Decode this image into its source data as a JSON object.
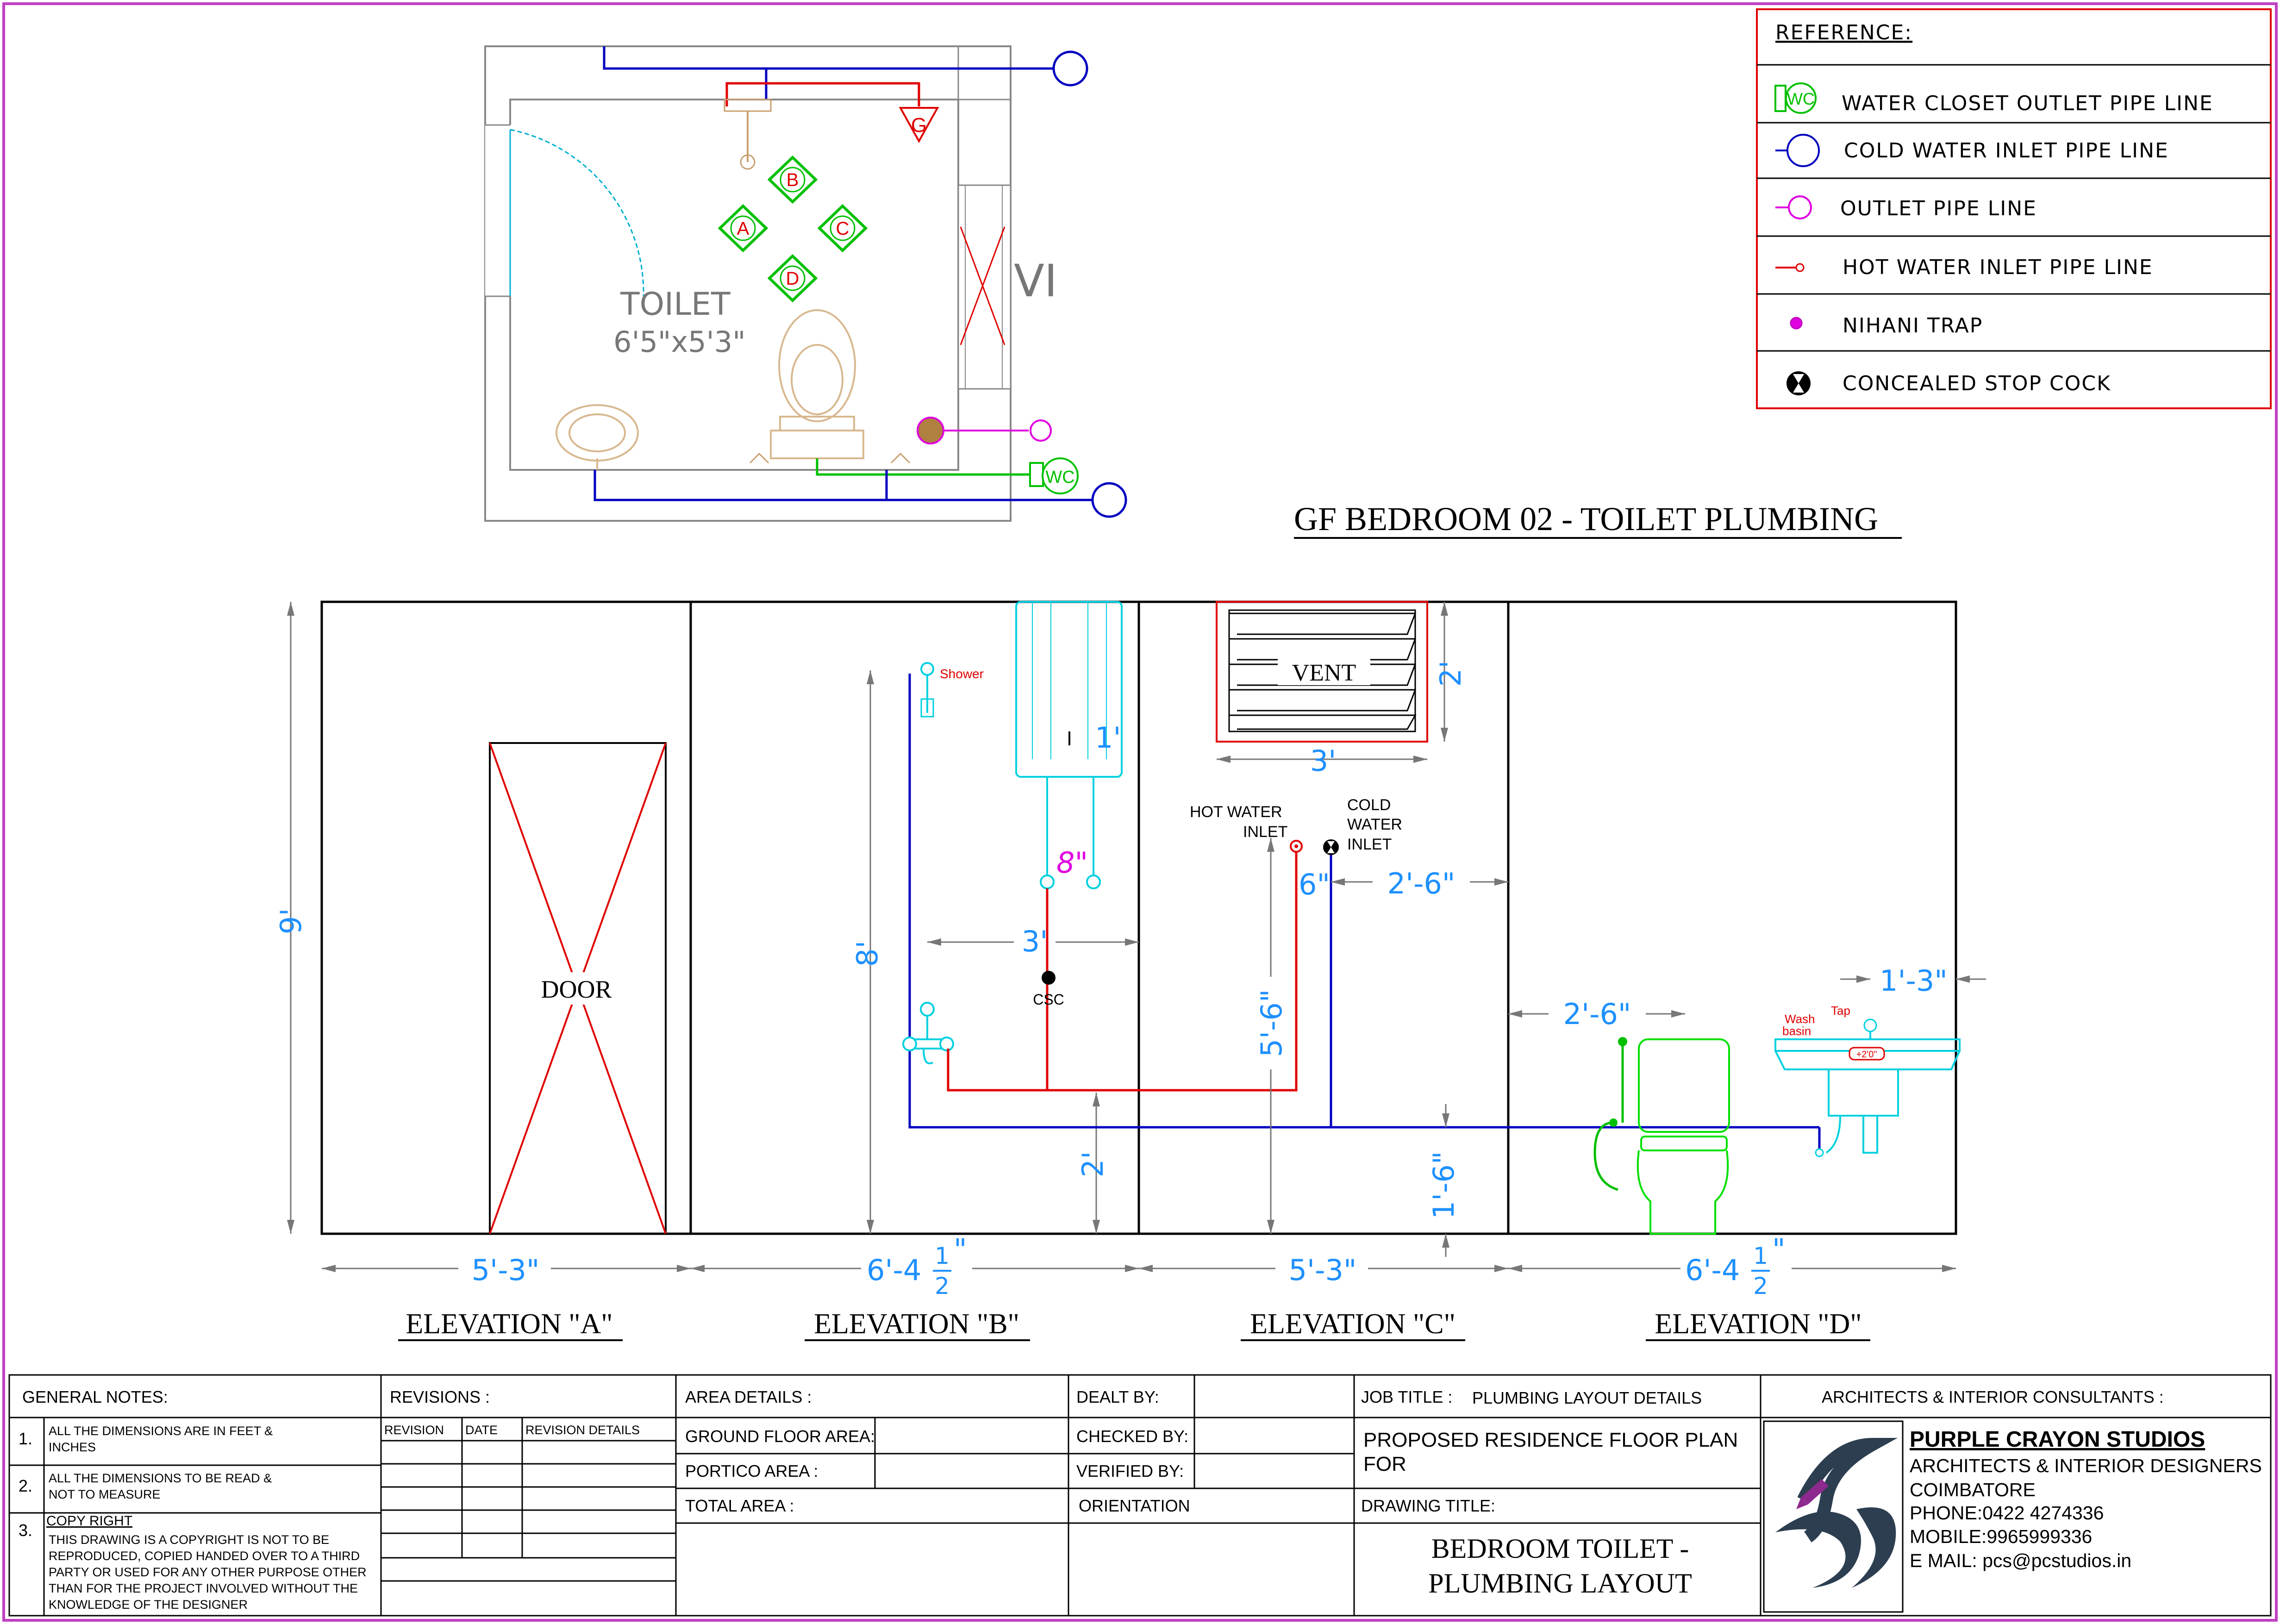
{
  "reference": {
    "title": "REFERENCE:",
    "items": [
      {
        "icon": "wc-outlet-icon",
        "label": "WATER  CLOSET  OUTLET  PIPE  LINE",
        "color": "#00c000"
      },
      {
        "icon": "cold-water-inlet-icon",
        "label": "COLD  WATER  INLET  PIPE  LINE",
        "color": "#0000c0"
      },
      {
        "icon": "outlet-pipe-icon",
        "label": "OUTLET  PIPE  LINE",
        "color": "#e000e0"
      },
      {
        "icon": "hot-water-inlet-icon",
        "label": "HOT  WATER  INLET  PIPE  LINE",
        "color": "#e00000"
      },
      {
        "icon": "nihani-trap-icon",
        "label": "NIHANI  TRAP",
        "color": "#e000e0"
      },
      {
        "icon": "concealed-stop-cock-icon",
        "label": "CONCEALED  STOP  COCK",
        "color": "#000000"
      }
    ]
  },
  "plan": {
    "room_name": "TOILET",
    "room_size": "6'5\"x5'3\"",
    "window_label": "VI",
    "markers": [
      "A",
      "B",
      "C",
      "D"
    ],
    "geyser_marker": "G",
    "wc_label": "WC"
  },
  "drawing_title": "GF BEDROOM 02 - TOILET PLUMBING",
  "elevations": {
    "height": "9'",
    "a": {
      "title": "ELEVATION \"A\"",
      "width": "5'-3\"",
      "door": "DOOR"
    },
    "b": {
      "title": "ELEVATION \"B\"",
      "width_main": "6'-4",
      "width_frac_num": "1",
      "width_frac_den": "2",
      "width_frac_tail": "\"",
      "shower": "Shower",
      "geyser_gap": "1'",
      "pipe_gap": "8\"",
      "shower_height": "8'",
      "mixer_offset": "3'",
      "csc": "CSC",
      "mixer_height": "2'"
    },
    "c": {
      "title": "ELEVATION \"C\"",
      "width": "5'-3\"",
      "vent": "VENT",
      "vent_height": "2'",
      "vent_width": "3'",
      "hot_inlet_1": "HOT WATER",
      "hot_inlet_2": "INLET",
      "cold_inlet_1": "COLD",
      "cold_inlet_2": "WATER",
      "cold_inlet_3": "INLET",
      "inlet_gap": "6\"",
      "inlet_offset": "2'-6\"",
      "inlet_height": "5'-6\"",
      "pipe_height": "1'-6\""
    },
    "d": {
      "title": "ELEVATION \"D\"",
      "width_main": "6'-4",
      "width_frac_num": "1",
      "width_frac_den": "2",
      "width_frac_tail": "\"",
      "wc_offset": "2'-6\"",
      "basin_offset": "1'-3\"",
      "wash_1": "Wash",
      "wash_2": "basin",
      "tap": "Tap",
      "basin_level": "+2'0\""
    }
  },
  "title_block": {
    "general_notes": "GENERAL NOTES:",
    "notes": [
      {
        "num": "1.",
        "lines": [
          "ALL THE DIMENSIONS ARE IN FEET &",
          "INCHES"
        ]
      },
      {
        "num": "2.",
        "lines": [
          "ALL THE DIMENSIONS TO BE READ &",
          "NOT TO MEASURE"
        ]
      },
      {
        "num": "3.",
        "heading": "COPY RIGHT",
        "lines": [
          "THIS DRAWING IS A COPYRIGHT IS NOT TO BE",
          "REPRODUCED, COPIED HANDED OVER TO A THIRD",
          "PARTY OR USED FOR ANY OTHER PURPOSE OTHER",
          "THAN FOR THE PROJECT INVOLVED WITHOUT THE",
          "KNOWLEDGE OF THE DESIGNER"
        ]
      }
    ],
    "revisions": "REVISIONS :",
    "rev_cols": [
      "REVISION",
      "DATE",
      "REVISION DETAILS"
    ],
    "area_details": "AREA DETAILS :",
    "ground_floor": "GROUND FLOOR AREA:",
    "portico": "PORTICO AREA :",
    "total": "TOTAL AREA :",
    "dealt_by": "DEALT BY:",
    "checked_by": "CHECKED BY:",
    "verified_by": "VERIFIED BY:",
    "orientation": "ORIENTATION",
    "job_title_label": "JOB TITLE :",
    "job_title": "PLUMBING LAYOUT DETAILS",
    "project_1": "PROPOSED RESIDENCE FLOOR PLAN",
    "project_2": "FOR",
    "drawing_title_label": "DRAWING TITLE:",
    "drawing_title_1": "BEDROOM TOILET -",
    "drawing_title_2": "PLUMBING LAYOUT",
    "consultants": "ARCHITECTS & INTERIOR CONSULTANTS :",
    "company": "PURPLE CRAYON STUDIOS",
    "company_sub": "ARCHITECTS & INTERIOR DESIGNERS",
    "city": "COIMBATORE",
    "phone": "PHONE:0422 4274336",
    "mobile": "MOBILE:9965999336",
    "email": "E MAIL: pcs@pcstudios.in"
  },
  "colors": {
    "frame": "#c040c0",
    "dimension": "#1e90ff",
    "cold": "#0000c0",
    "hot": "#e00000",
    "outlet": "#e000e0",
    "wc": "#00c000",
    "fixture": "#00d0e0"
  }
}
